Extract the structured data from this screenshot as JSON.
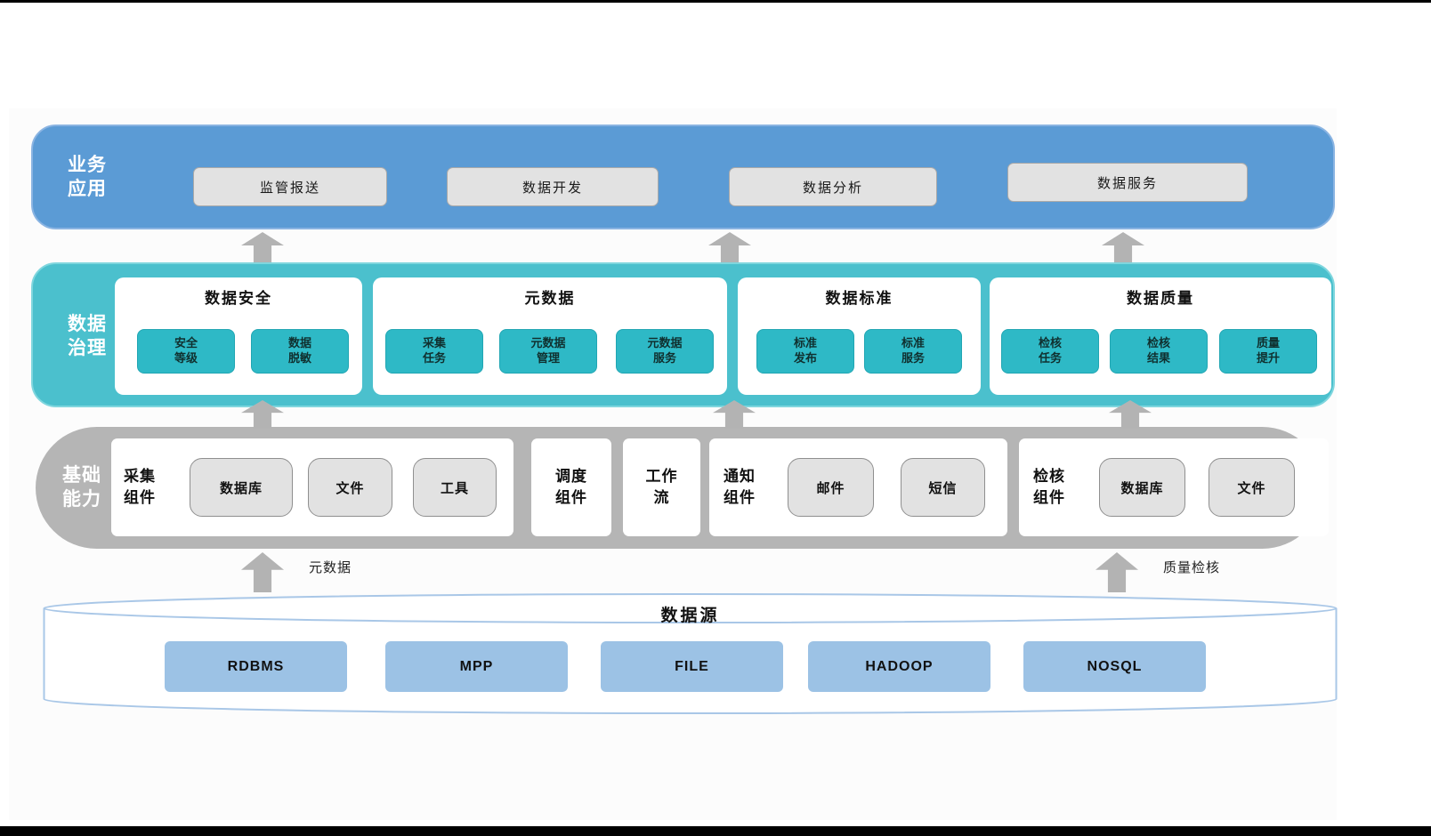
{
  "business": {
    "label": "业务\n应用",
    "items": [
      "监管报送",
      "数据开发",
      "数据分析",
      "数据服务"
    ]
  },
  "governance": {
    "label": "数据\n治理",
    "groups": [
      {
        "title": "数据安全",
        "items": [
          "安全\n等级",
          "数据\n脱敏"
        ]
      },
      {
        "title": "元数据",
        "items": [
          "采集\n任务",
          "元数据\n管理",
          "元数据\n服务"
        ]
      },
      {
        "title": "数据标准",
        "items": [
          "标准\n发布",
          "标准\n服务"
        ]
      },
      {
        "title": "数据质量",
        "items": [
          "检核\n任务",
          "检核\n结果",
          "质量\n提升"
        ]
      }
    ]
  },
  "foundation": {
    "label": "基础\n能力",
    "groups": [
      {
        "title": "采集\n组件",
        "items": [
          "数据库",
          "文件",
          "工具"
        ]
      },
      {
        "title": "调度\n组件",
        "items": []
      },
      {
        "title": "工作\n流",
        "items": []
      },
      {
        "title": "通知\n组件",
        "items": [
          "邮件",
          "短信"
        ]
      },
      {
        "title": "检核\n组件",
        "items": [
          "数据库",
          "文件"
        ]
      }
    ]
  },
  "datasource": {
    "title": "数据源",
    "items": [
      "RDBMS",
      "MPP",
      "FILE",
      "HADOOP",
      "NOSQL"
    ]
  },
  "annotations": {
    "metadata_arrow_label": "元数据",
    "quality_arrow_label": "质量检核"
  },
  "colors": {
    "business_layer": "#5b9bd5",
    "governance_layer": "#4bc0cd",
    "governance_button": "#2eb9c6",
    "foundation_layer": "#b5b5b5",
    "gray_button": "#e2e2e2",
    "datasource_button": "#9cc2e5",
    "arrow": "#b3b3b3"
  }
}
